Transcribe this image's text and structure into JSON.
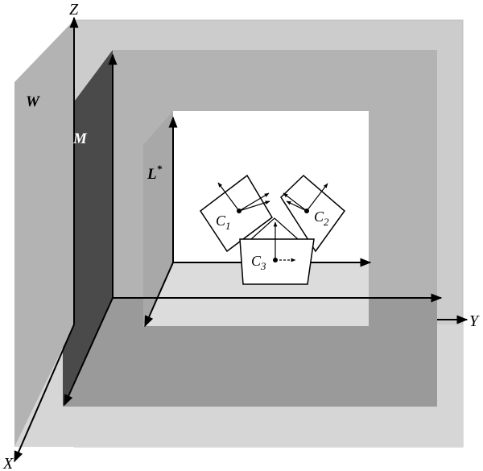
{
  "axes": {
    "x": "X",
    "y": "Y",
    "z": "Z"
  },
  "planes": {
    "world": "W",
    "middle": "M",
    "local": "L",
    "local_superscript": "*"
  },
  "cameras": [
    {
      "letter": "C",
      "index": "1"
    },
    {
      "letter": "C",
      "index": "2"
    },
    {
      "letter": "C",
      "index": "3"
    }
  ],
  "colors": {
    "world_plane": "#b3b3b3",
    "world_wall": "#cccccc",
    "world_floor": "#d6d6d6",
    "middle_plane": "#4a4a4a",
    "middle_wall": "#b3b3b3",
    "middle_floor": "#9a9a9a",
    "local_plane": "#a8a8a8",
    "local_floor": "#dcdcdc"
  }
}
